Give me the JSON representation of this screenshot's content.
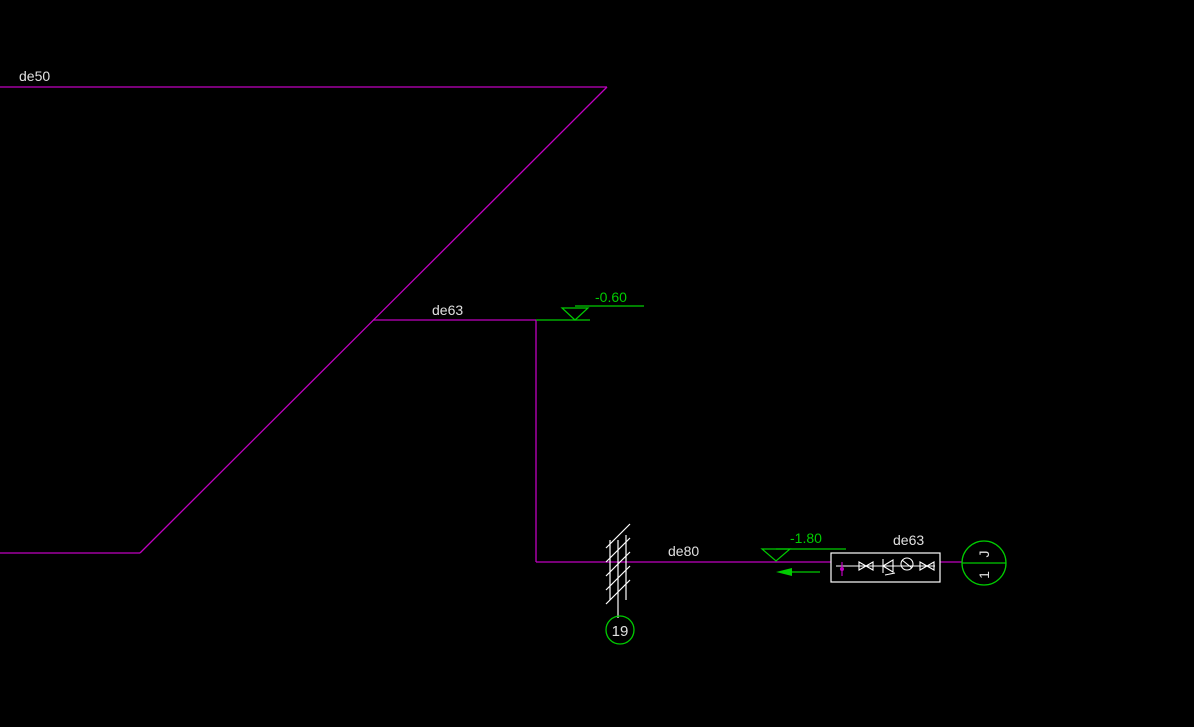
{
  "canvas": {
    "background": "#000000"
  },
  "colors": {
    "pipe": "#c000c0",
    "symbol": "#ffffff",
    "annotation": "#00cc00",
    "label": "#e0e0e0"
  },
  "pipe_labels": {
    "upper": "de50",
    "middle": "de63",
    "lower": "de80",
    "meter_branch": "de63"
  },
  "elevations": {
    "middle": "-0.60",
    "lower": "-1.80"
  },
  "markers": {
    "riser_number": "19",
    "inlet_code_top": "J",
    "inlet_code_bottom": "1"
  },
  "flow_direction": "left",
  "icons": [
    "valve-icon",
    "check-valve-icon",
    "water-meter-icon",
    "valve-icon"
  ]
}
